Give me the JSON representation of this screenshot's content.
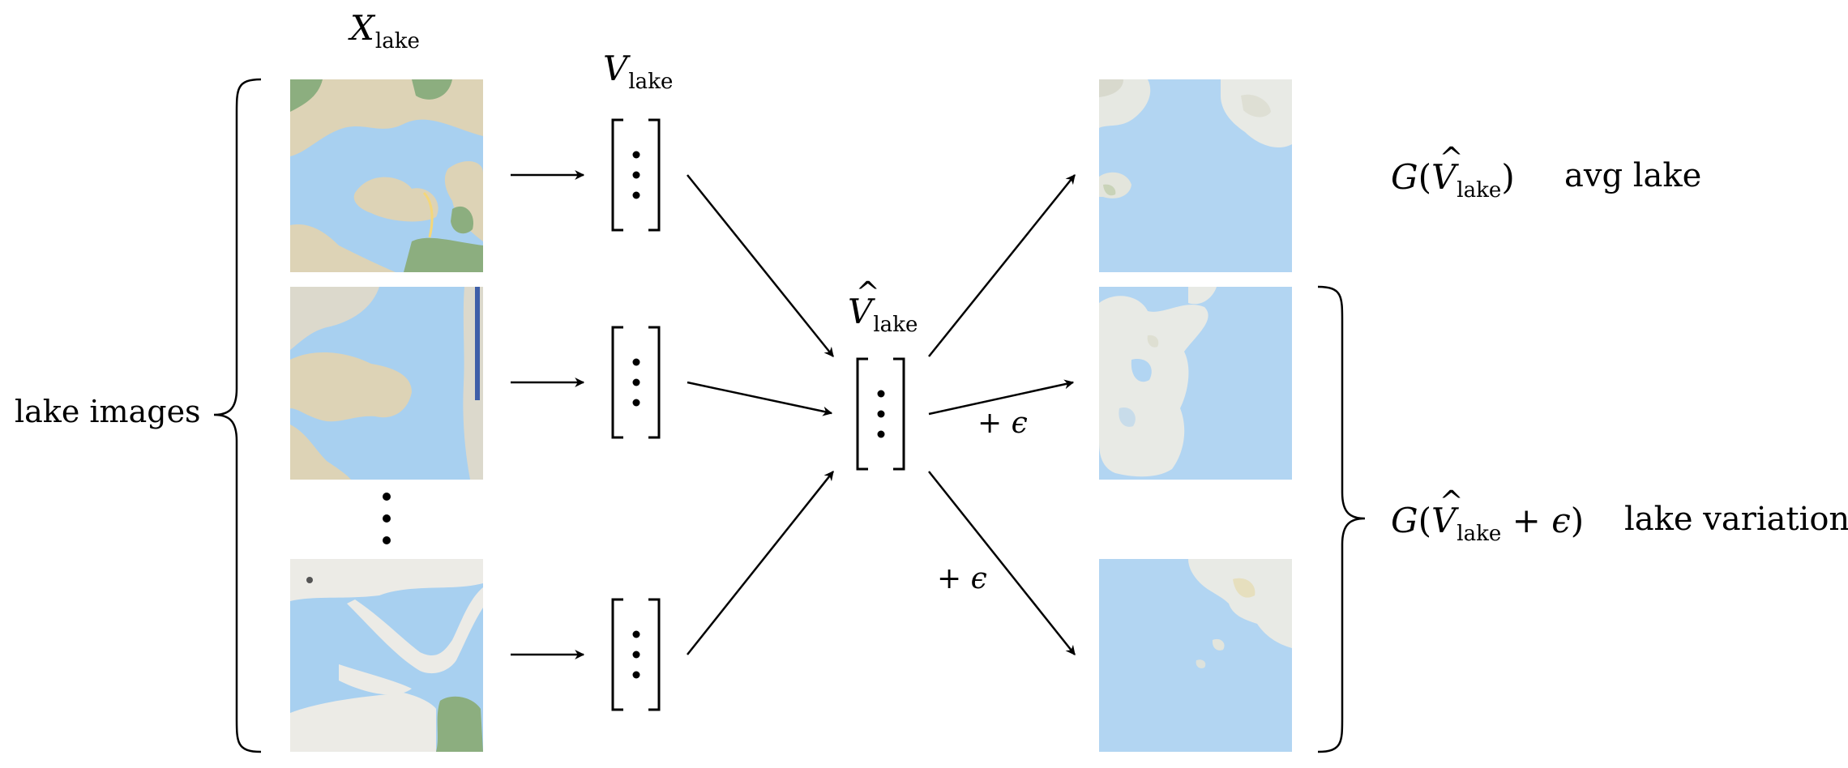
{
  "labels": {
    "x_var": "X",
    "v_var": "V",
    "vhat_var": "V",
    "sub": "lake",
    "lake_images": "lake images",
    "plus_eps": "+ ϵ",
    "eps": "ϵ",
    "g": "G",
    "avg": "avg lake",
    "variations": "lake variations"
  },
  "colors": {
    "water": "#a8d0f0",
    "land": "#ddd3b6",
    "green": "#8cae7f",
    "cloud": "#e8eae5"
  },
  "tiles": {
    "input_1": "lake map tile",
    "input_2": "lake map tile",
    "input_3": "lake map tile",
    "gen_avg": "generated average lake tile",
    "gen_var_1": "generated lake variation tile",
    "gen_var_2": "generated lake variation tile"
  }
}
